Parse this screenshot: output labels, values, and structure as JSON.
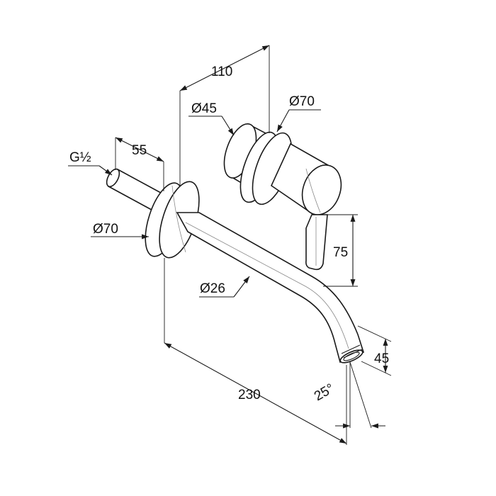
{
  "dimensions": {
    "thread": "G½",
    "stub_offset": "55",
    "width_110": "110",
    "handle_dia": "Ø45",
    "rosette_dia_top": "Ø70",
    "rosette_dia_left": "Ø70",
    "spout_dia": "Ø26",
    "lever_height": "75",
    "outlet_height": "45",
    "spout_length": "230",
    "outlet_angle": "25°"
  },
  "colors": {
    "line": "#1a1a1a",
    "background": "#ffffff"
  }
}
